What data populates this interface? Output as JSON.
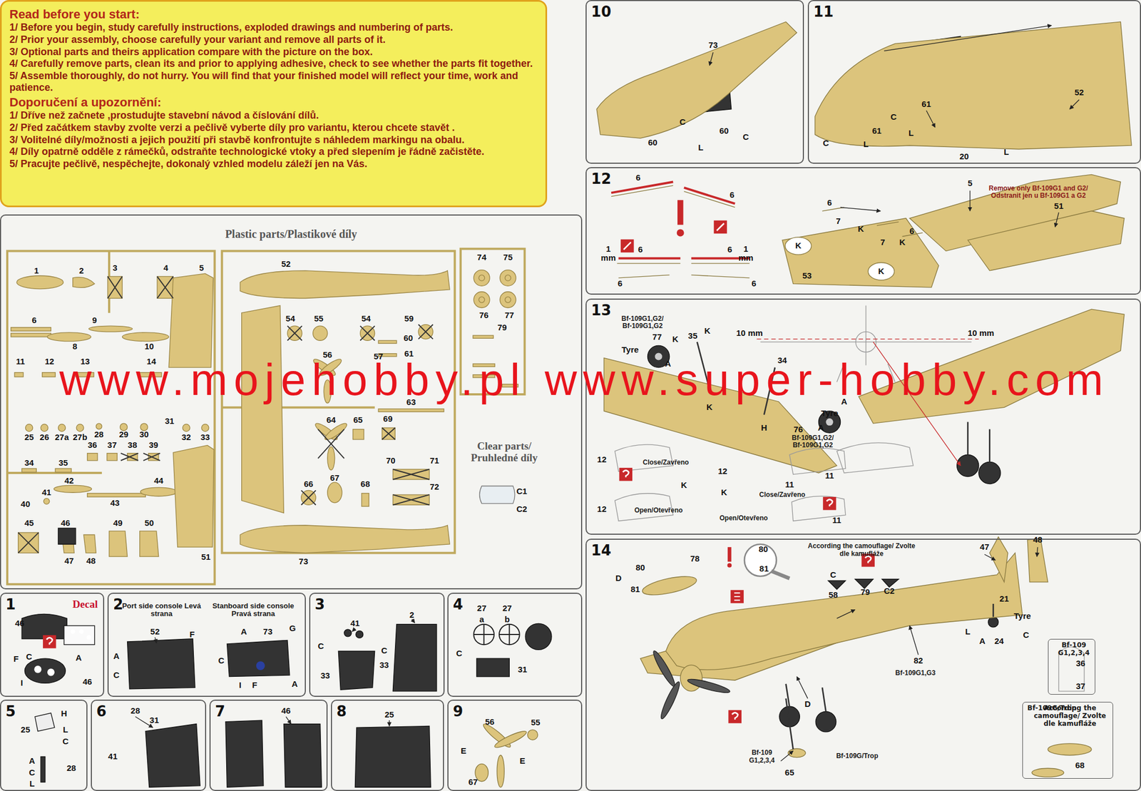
{
  "diagram": {
    "nodes": [
      {
        "text": [
          "Read before you start:",
          "1/ Before you begin, study carefully instructions, exploded drawings and  numbering of parts.",
          "2/ Prior your assembly, choose carefully  your variant  and  remove all parts of it.",
          "3/ Optional parts and  theirs application compare with the picture on the box.",
          "4/ Carefully remove parts, clean its and  prior to applying adhesive, check to see whether the parts fit together.",
          "5/ Assemble thoroughly, do not hurry. You will find that your finished model will reflect your time, work and patience.",
          "Doporučení  a upozornění:",
          "1/ Dříve než začnete ,prostudujte stavební návod a číslování dílů.",
          "2/ Před začátkem stavby zvolte verzi a pečlivě vyberte díly pro variantu, kterou chcete stavět .",
          "3/ Volitelné díly/možnosti a jejich použití při stavbě konfrontujte s náhledem markingu na obalu.",
          "4/ Díly opatrně odděle z rámečků, odstraňte technologické vtoky a před slepením je řádně začistěte.",
          "5/ Pracujte pečlivě, nespěchejte, dokonalý vzhled modelu záleží jen na Vás."
        ]
      },
      {
        "text": [
          "Plastic parts/Plastikové díly"
        ]
      },
      {
        "text": [
          "1"
        ]
      },
      {
        "text": [
          "2"
        ]
      },
      {
        "text": [
          "3"
        ]
      },
      {
        "text": [
          "4"
        ]
      },
      {
        "text": [
          "5"
        ]
      },
      {
        "text": [
          "6"
        ]
      },
      {
        "text": [
          "7"
        ]
      },
      {
        "text": [
          "8"
        ]
      },
      {
        "text": [
          "9"
        ]
      },
      {
        "text": [
          "10"
        ]
      },
      {
        "text": [
          "11"
        ]
      },
      {
        "text": [
          "12"
        ]
      },
      {
        "text": [
          "13"
        ]
      },
      {
        "text": [
          "14"
        ]
      },
      {
        "text": [
          "Bf-109 G1,2,3,4"
        ],
        "in": 15
      },
      {
        "text": [
          "Bf-109G/Trop",
          "According the camouflage/ Zvolte dle kamufláže"
        ],
        "in": 15
      }
    ],
    "labels": [
      "1",
      "2",
      "3",
      "4",
      "5",
      "6",
      "9",
      "8",
      "10",
      "11",
      "12",
      "13",
      "14",
      "25",
      "26",
      "27a",
      "27b",
      "28",
      "29",
      "30",
      "31",
      "32",
      "33",
      "34",
      "35",
      "36",
      "37",
      "38",
      "39",
      "40",
      "41",
      "42",
      "43",
      "44",
      "45",
      "46",
      "47",
      "48",
      "49",
      "50",
      "51",
      "52",
      "54",
      "55",
      "54",
      "59",
      "60",
      "61",
      "56",
      "57",
      "63",
      "64",
      "65",
      "69",
      "70",
      "71",
      "72",
      "66",
      "67",
      "68",
      "73",
      "74",
      "75",
      "76",
      "77",
      "79",
      "Clear parts/ Pruhledné díly",
      "C1",
      "C2",
      "Decal",
      "46",
      "F",
      "C",
      "A",
      "I",
      "46",
      "Port side console Levá strana",
      "Stanboard side console Pravá strana",
      "52",
      "F",
      "A",
      "C",
      "A",
      "73",
      "G",
      "C",
      "I",
      "F",
      "A",
      "41",
      "2",
      "C",
      "C",
      "33",
      "33",
      "27",
      "a",
      "27",
      "b",
      "C",
      "31",
      "H",
      "25",
      "L",
      "C",
      "A",
      "C",
      "L",
      "28",
      "28",
      "31",
      "41",
      "46",
      "25",
      "56",
      "55",
      "E",
      "E",
      "67",
      "73",
      "C",
      "60",
      "60",
      "C",
      "L",
      "61",
      "52",
      "C",
      "61",
      "L",
      "C",
      "L",
      "20",
      "L",
      "6",
      "6",
      "1 mm",
      "6",
      "6",
      "1 mm",
      "6",
      "6",
      "6",
      "7",
      "K",
      "6",
      "7",
      "K",
      "K",
      "K",
      "53",
      "5",
      "Remove only Bf-109G1 and G2/ Odstranit jen u Bf-109G1 a G2",
      "51",
      "Bf-109G1,G2/ Bf-109G1,G2",
      "77",
      "K",
      "35",
      "K",
      "10 mm",
      "10 mm",
      "Tyre",
      "A",
      "34",
      "K",
      "H",
      "Tyre",
      "A",
      "A",
      "76",
      "Bf-109G1,G2/ Bf-109G1,G2",
      "Close/Zavřeno",
      "12",
      "12",
      "K",
      "K",
      "11",
      "11",
      "Close/Zavřeno",
      "12",
      "Open/Otevřeno",
      "Open/Otevřeno",
      "11",
      "80",
      "D",
      "81",
      "78",
      "80",
      "81",
      "According the camouflage/ Zvolte dle kamufláže",
      "C",
      "58",
      "79",
      "C2",
      "47",
      "48",
      "21",
      "Tyre",
      "L",
      "A",
      "24",
      "C",
      "36",
      "37",
      "68",
      "82",
      "Bf-109G1,G3",
      "D",
      "Bf-109 G1,2,3,4",
      "Bf-109G/Trop",
      "65",
      "www.mojehobby.pl www.super-hobby.com"
    ]
  }
}
